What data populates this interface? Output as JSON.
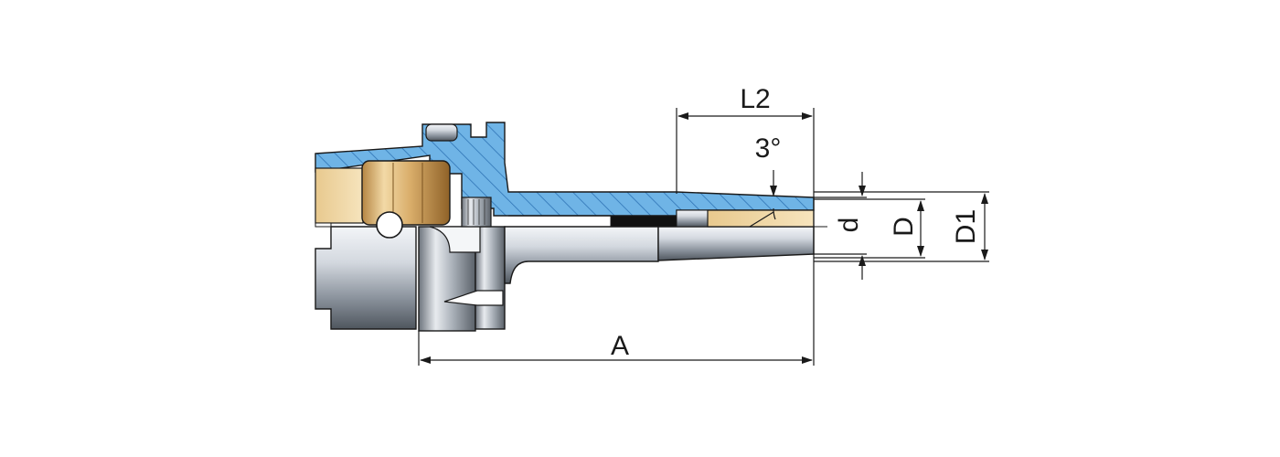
{
  "labels": {
    "overall_length": "A",
    "taper_length": "L2",
    "taper_angle": "3°",
    "bore_diameter": "d",
    "nose_diameter": "D",
    "extension_diameter": "D1"
  },
  "colors": {
    "section_blue": "#6fb4e6",
    "section_hatch": "#2f74b5",
    "brass": "#d9ad6a",
    "brass_dark": "#a0702f",
    "steel_light": "#e4e8ee",
    "steel_dark": "#5f6670",
    "outline": "#1a1a1a",
    "insert_dark": "#111111"
  }
}
